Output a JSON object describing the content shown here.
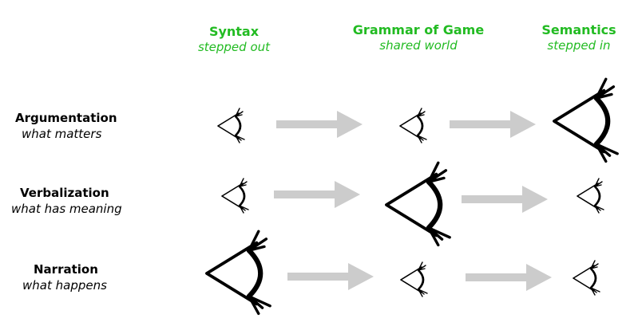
{
  "columns": [
    {
      "title": "Syntax",
      "subtitle": "stepped out"
    },
    {
      "title": "Grammar of Game",
      "subtitle": "shared world"
    },
    {
      "title": "Semantics",
      "subtitle": "stepped in"
    }
  ],
  "rows": [
    {
      "title": "Argumentation",
      "subtitle": "what matters",
      "eyes": [
        "small",
        "small",
        "large"
      ]
    },
    {
      "title": "Verbalization",
      "subtitle": "what has meaning",
      "eyes": [
        "small",
        "large",
        "small"
      ]
    },
    {
      "title": "Narration",
      "subtitle": "what happens",
      "eyes": [
        "large",
        "small",
        "small"
      ]
    }
  ],
  "colors": {
    "header": "#22bb22",
    "arrow": "#cccccc",
    "ink": "#000000"
  },
  "icons": {
    "eye": "eye-icon",
    "arrow": "arrow-right-icon"
  }
}
